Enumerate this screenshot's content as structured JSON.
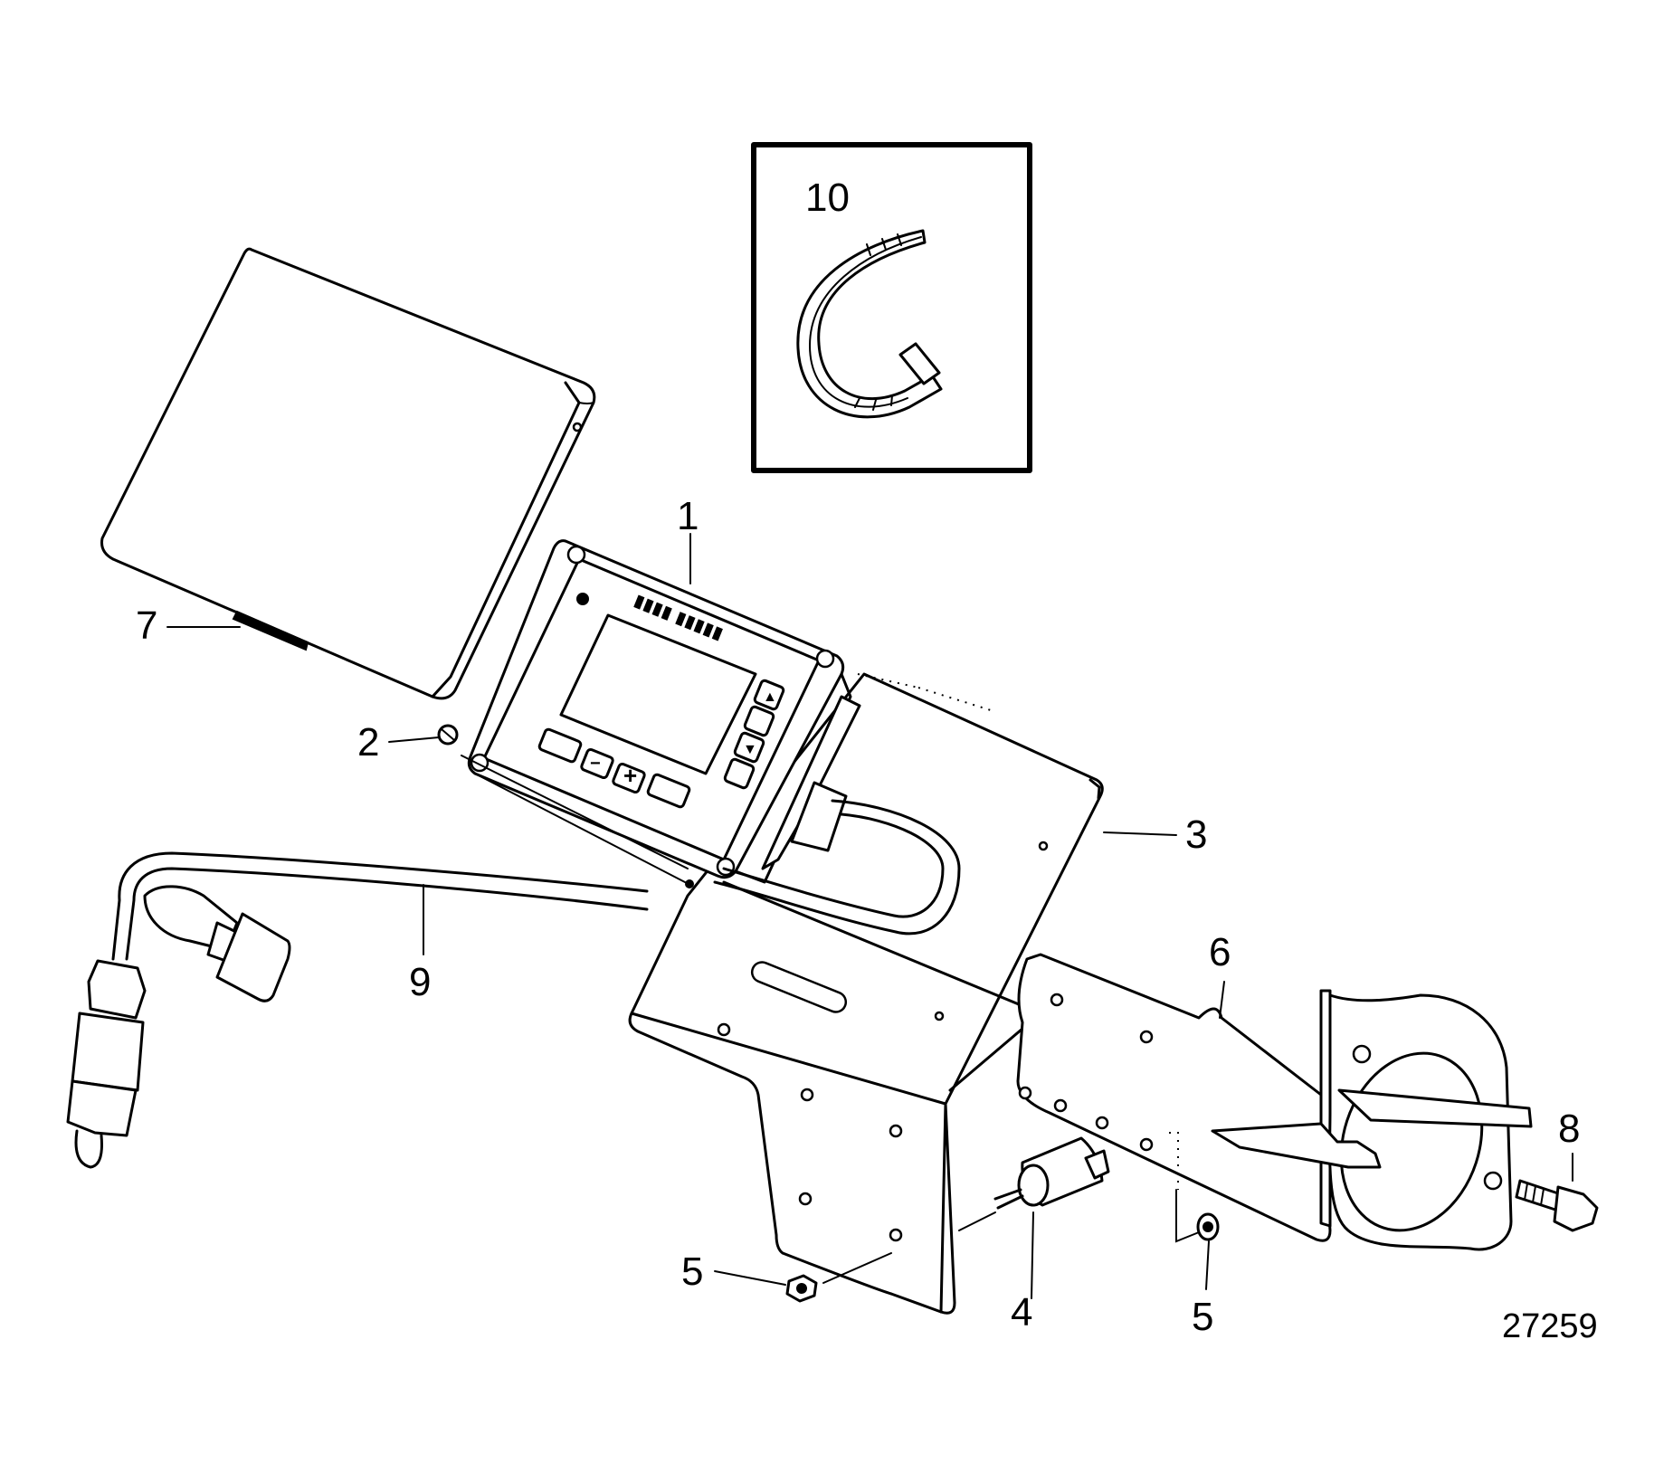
{
  "figure_number": "27259",
  "callouts": [
    {
      "id": "c1",
      "label": "1"
    },
    {
      "id": "c2",
      "label": "2"
    },
    {
      "id": "c3",
      "label": "3"
    },
    {
      "id": "c4",
      "label": "4"
    },
    {
      "id": "c5a",
      "label": "5"
    },
    {
      "id": "c5b",
      "label": "5"
    },
    {
      "id": "c6",
      "label": "6"
    },
    {
      "id": "c7",
      "label": "7"
    },
    {
      "id": "c8",
      "label": "8"
    },
    {
      "id": "c9",
      "label": "9"
    },
    {
      "id": "c10",
      "label": "10"
    }
  ]
}
